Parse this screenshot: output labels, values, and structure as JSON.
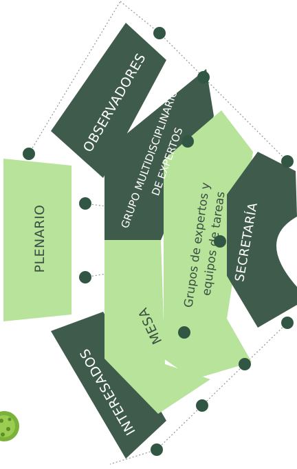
{
  "diagram": {
    "colors": {
      "dark": "#3e5b4b",
      "mid": "#8ebe7d",
      "light": "#b7e39a",
      "node": "#315744",
      "connector": "#8a9a8c"
    },
    "segments": {
      "observadores": "OBSERVADORES",
      "plenario": "PLENARIO",
      "interesados": "INTERESADOS",
      "grupo_line1": "GRUPO MULTIDISCIPLINARIO",
      "grupo_line2": "DE EXPERTOS",
      "mesa": "MESA",
      "grupos_line1": "Grupos de expertos y",
      "grupos_line2": "equipos de tareas",
      "secretaria": "SECRETARÍA"
    }
  }
}
